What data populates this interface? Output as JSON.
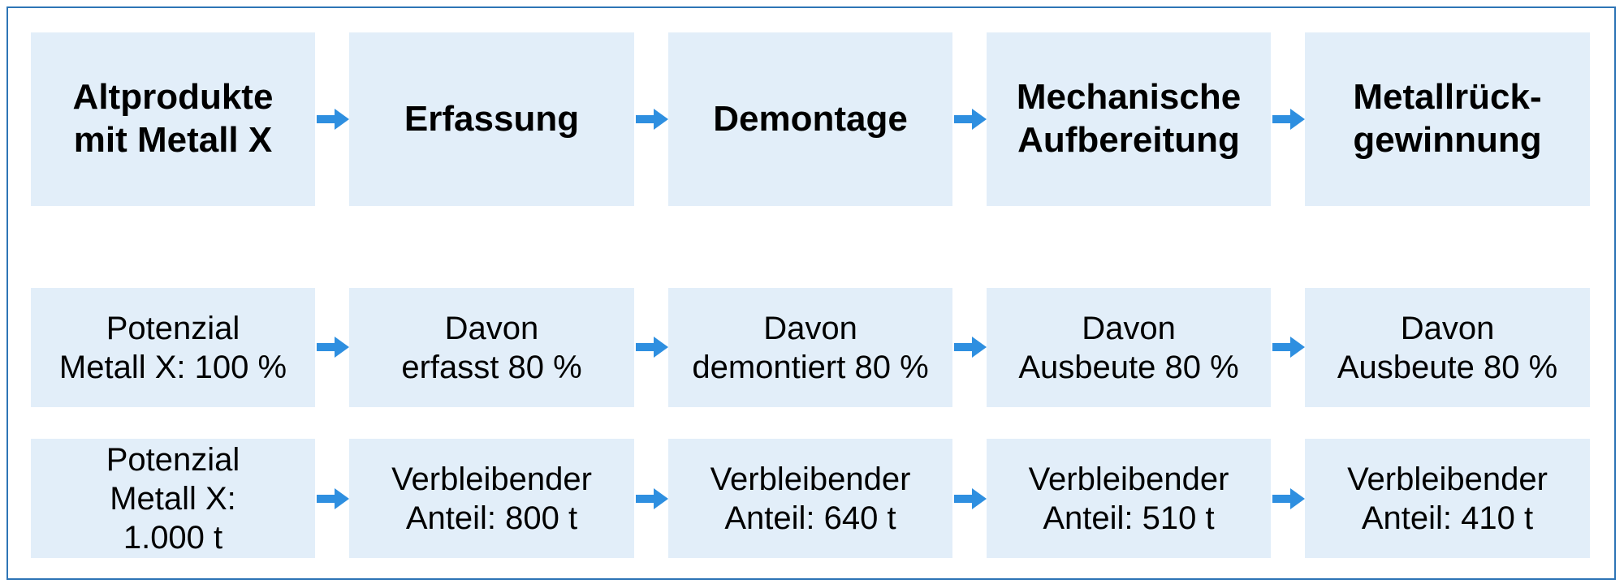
{
  "colors": {
    "frame": "#2e75b6",
    "box": "#e2eef9",
    "arrow": "#2e8fe0"
  },
  "rows": [
    {
      "items": [
        "Altprodukte\nmit Metall X",
        "Erfassung",
        "Demontage",
        "Mechanische\nAufbereitung",
        "Metallrück-\ngewinnung"
      ]
    },
    {
      "items": [
        "Potenzial\nMetall X: 100 %",
        "Davon\nerfasst 80 %",
        "Davon\ndemontiert 80 %",
        "Davon\nAusbeute 80 %",
        "Davon\nAusbeute 80 %"
      ]
    },
    {
      "items": [
        "Potenzial\nMetall X:\n1.000 t",
        "Verbleibender\nAnteil: 800 t",
        "Verbleibender\nAnteil: 640 t",
        "Verbleibender\nAnteil: 510 t",
        "Verbleibender\nAnteil: 410 t"
      ]
    }
  ],
  "icons": {
    "arrow": "arrow-right-icon"
  }
}
